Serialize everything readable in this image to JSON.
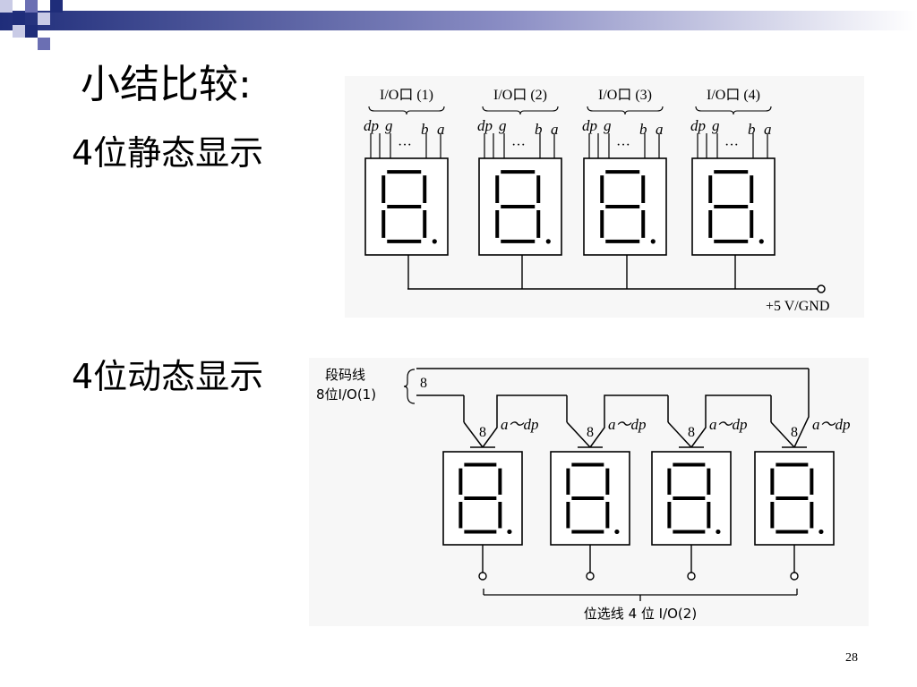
{
  "slide": {
    "title": "小结比较:",
    "static_label": "4位静态显示",
    "dynamic_label": "4位动态显示",
    "page_number": "28"
  },
  "static_diagram": {
    "ports": [
      "I/O口 (1)",
      "I/O口 (2)",
      "I/O口 (3)",
      "I/O口 (4)"
    ],
    "pin_dp": "dp",
    "pin_g": "g",
    "pin_b": "b",
    "pin_a": "a",
    "ellipsis": "···",
    "power_label": "+5 V/GND"
  },
  "dynamic_diagram": {
    "segment_line_label": "段码线",
    "segment_io_label": "8位I/O(1)",
    "bus_width": "8",
    "segment_range": "a～dp",
    "digit_bus_width": "8",
    "select_line_label": "位选线 4 位 I/O(2)"
  },
  "colors": {
    "header_dark": "#1f2d7a",
    "header_mid": "#6b6fb3",
    "header_light": "#c9cbe6",
    "panel_bg": "#f7f7f7",
    "lit_segment": "#000000"
  }
}
